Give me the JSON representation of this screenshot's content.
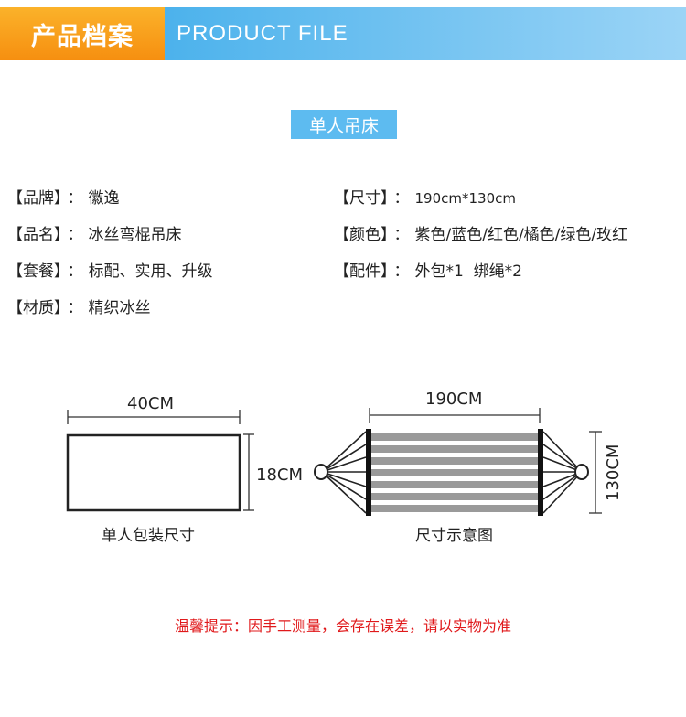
{
  "banner": {
    "title_cn": "产品档案",
    "title_en": "PRODUCT FILE"
  },
  "section_title": "单人吊床",
  "specs_left": [
    {
      "label": "【品牌】",
      "sep": "：",
      "value": "徽逸"
    },
    {
      "label": "【品名】",
      "sep": "：",
      "value": "冰丝弯棍吊床"
    },
    {
      "label": "【套餐】",
      "sep": "：",
      "value": "标配、实用、升级"
    },
    {
      "label": "【材质】",
      "sep": "：",
      "value": "精织冰丝"
    }
  ],
  "specs_right": [
    {
      "label": "【尺寸】",
      "sep": "：",
      "value": "190cm*130cm"
    },
    {
      "label": "【颜色】",
      "sep": "：",
      "value": "紫色/蓝色/红色/橘色/绿色/玫红"
    },
    {
      "label": "【配件】",
      "sep": "：",
      "value": "外包*1  绑绳*2"
    }
  ],
  "package_diagram": {
    "width_label": "40CM",
    "height_label": "18CM",
    "caption": "单人包装尺寸"
  },
  "hammock_diagram": {
    "width_label": "190CM",
    "height_label": "130CM",
    "caption": "尺寸示意图"
  },
  "notice": "温馨提示：因手工测量，会存在误差，请以实物为准",
  "colors": {
    "banner_orange": "#f7981b",
    "banner_blue": "#5dbbf0",
    "notice_red": "#e0191b"
  }
}
